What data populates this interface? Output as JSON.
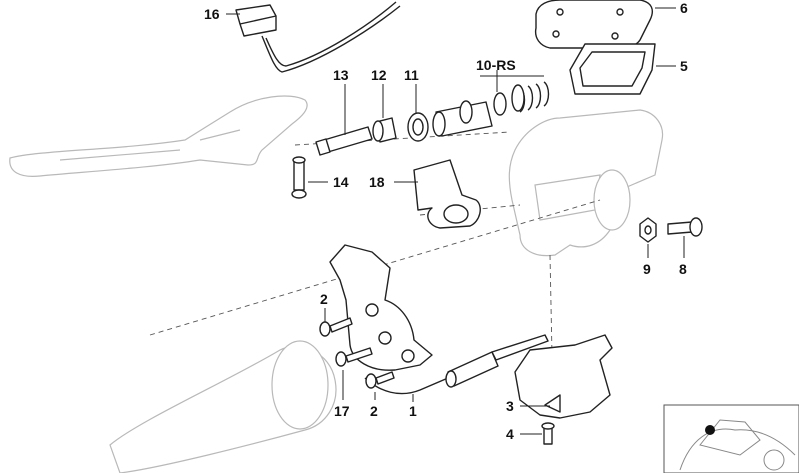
{
  "diagram": {
    "callouts": [
      {
        "id": "c16",
        "label": "16"
      },
      {
        "id": "c6",
        "label": "6"
      },
      {
        "id": "c5",
        "label": "5"
      },
      {
        "id": "c13",
        "label": "13"
      },
      {
        "id": "c12",
        "label": "12"
      },
      {
        "id": "c11",
        "label": "11"
      },
      {
        "id": "c10",
        "label": "10-RS"
      },
      {
        "id": "c14",
        "label": "14"
      },
      {
        "id": "c18",
        "label": "18"
      },
      {
        "id": "c9",
        "label": "9"
      },
      {
        "id": "c8",
        "label": "8"
      },
      {
        "id": "c2a",
        "label": "2"
      },
      {
        "id": "c17",
        "label": "17"
      },
      {
        "id": "c2b",
        "label": "2"
      },
      {
        "id": "c1",
        "label": "1"
      },
      {
        "id": "c3",
        "label": "3"
      },
      {
        "id": "c4",
        "label": "4"
      }
    ]
  }
}
